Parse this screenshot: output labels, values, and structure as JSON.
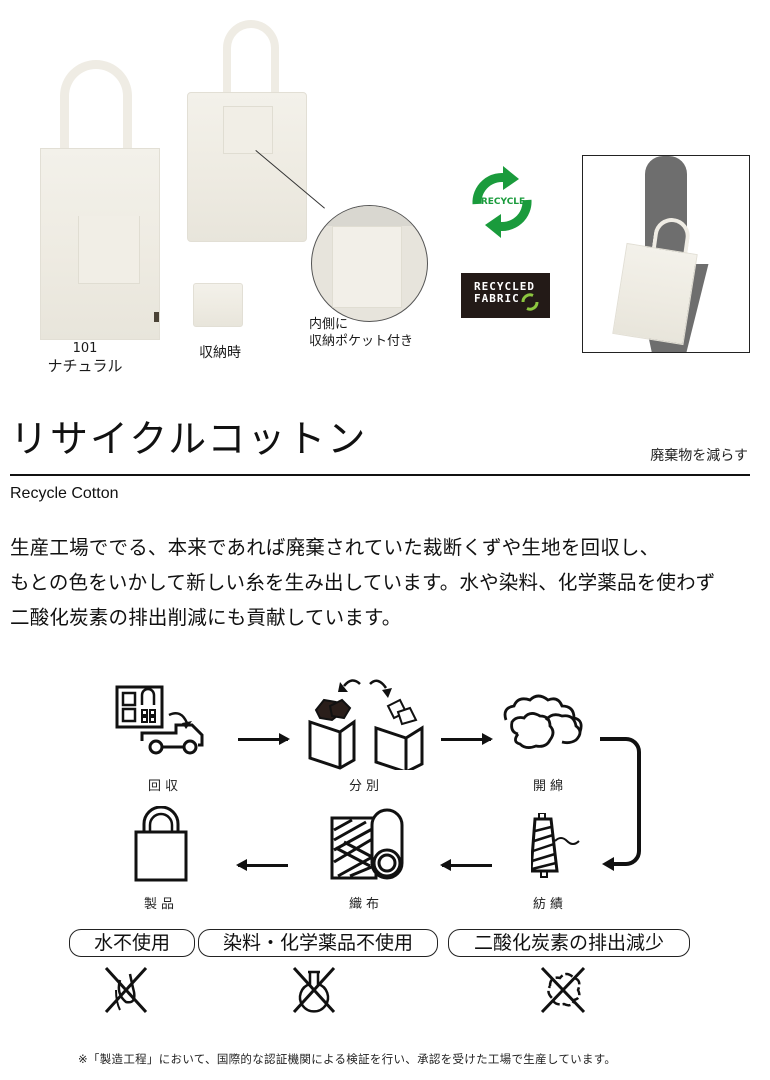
{
  "product_photos": {
    "main_bag": {
      "color_code": "101",
      "color_name": "ナチュラル"
    },
    "folded_bag": {
      "caption": "収納時"
    },
    "pocket_detail": {
      "caption_line1": "内側に",
      "caption_line2": "収納ポケット付き"
    },
    "badges": {
      "recycle_logo_text": "RECYCLE",
      "recycle_logo_color": "#1a9b3c",
      "recycled_fabric_line1": "RECYCLED",
      "recycled_fabric_line2": "FABRIC",
      "recycled_fabric_bg": "#231a17",
      "recycled_fabric_accent": "#8cc63f"
    }
  },
  "heading": {
    "title_jp": "リサイクルコットン",
    "tagline": "廃棄物を減らす",
    "title_en": "Recycle Cotton"
  },
  "description": {
    "line1": "生産工場ででる、本来であれば廃棄されていた裁断くずや生地を回収し、",
    "line2": "もとの色をいかして新しい糸を生み出しています。水や染料、化学薬品を使わず",
    "line3": "二酸化炭素の排出削減にも貢献しています。"
  },
  "process": {
    "steps": [
      {
        "label": "回収",
        "icon": "truck-collection-icon"
      },
      {
        "label": "分別",
        "icon": "sorting-boxes-icon"
      },
      {
        "label": "開綿",
        "icon": "cotton-cloud-icon"
      },
      {
        "label": "紡績",
        "icon": "thread-spool-icon"
      },
      {
        "label": "織布",
        "icon": "fabric-roll-icon"
      },
      {
        "label": "製品",
        "icon": "tote-bag-icon"
      }
    ]
  },
  "benefits": [
    {
      "label": "水不使用",
      "icon": "no-water-icon"
    },
    {
      "label": "染料・化学薬品不使用",
      "icon": "no-chemicals-icon"
    },
    {
      "label": "二酸化炭素の排出減少",
      "icon": "no-co2-icon"
    }
  ],
  "footnote": "※「製造工程」において、国際的な認証機関による検証を行い、承認を受けた工場で生産しています。"
}
